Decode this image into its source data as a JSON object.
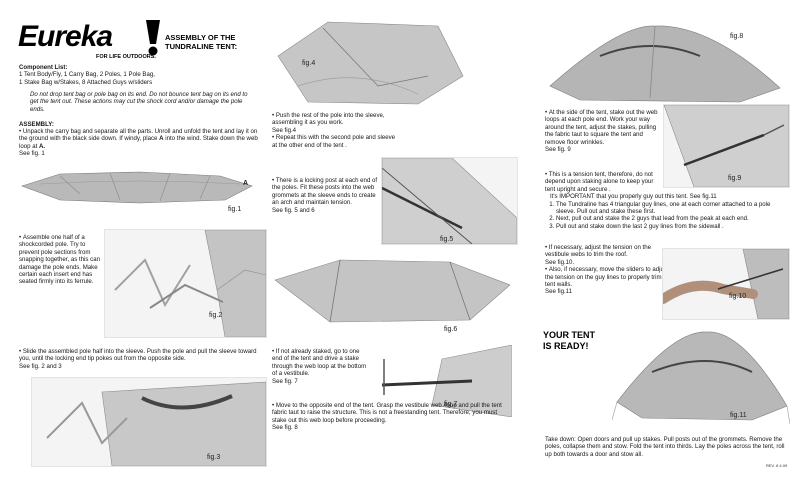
{
  "brand": {
    "name": "Eureka",
    "tagline": "FOR LIFE OUTDOORS."
  },
  "title": {
    "line1": "ASSEMBLY OF THE",
    "line2": "TUNDRALINE TENT:"
  },
  "components": {
    "heading": "Component List:",
    "line1": "1 Tent Body/Fly,  1 Carry Bag,  2 Poles,  1 Pole Bag,",
    "line2": "1 Stake Bag w/Stakes,  8 Attached Guys w/sliders"
  },
  "warning": "Do not drop tent bag or pole bag on its end. Do not bounce tent bag on its end to get the tent out. These actions may cut the shock cord and/or damage the pole ends.",
  "assembly": {
    "heading": "ASSEMBLY:",
    "step1_a": "Unpack the carry bag and separate all the parts. Unroll and unfold the tent and lay it on the ground with the black side down. If windy, place",
    "step1_b": "A",
    "step1_c": " into the wind. Stake down the web loop at ",
    "step1_d": "A.",
    "step1_see": "See fig. 1",
    "step2": "Assemble one half of a shockcorded pole. Try to prevent pole sections from snapping together, as this can damage the pole ends. Make certain each insert end has seated firmly into its ferrule.",
    "step3": "Slide the assembled pole half into the sleeve. Push the pole and pull the sleeve toward you, until the locking end tip pokes out from the opposite side.",
    "step3_see": "See fig. 2 and 3"
  },
  "middle": {
    "step4": "Push the rest of the pole into the sleeve, assembling it as you work.",
    "step4_see": "See  fig.4",
    "step4b": "Repeat this  with the second pole and sleeve at the other end of the tent .",
    "step5": "There is a  locking post at each end of the poles. Fit these posts into the web grommets at the sleeve ends to create an arch and maintain tension.",
    "step5_see": "See fig. 5 and 6",
    "step6": "If not already staked, go to one end of the tent and drive a stake through the web loop at the bottom of a vestibule.",
    "step6_see": "See fig. 7",
    "step7": "Move to the opposite end of the tent. Grasp the vestibule web /loop and pull the tent fabric taut to raise the structure. This is not a freestanding tent. Therefore, you must stake out this web loop before proceeding.",
    "step7_see": "See fig. 8"
  },
  "right": {
    "step8": "At the side of the tent, stake out the web loops at each pole end.  Work your way around the tent, adjust the stakes, pulling the fabric taut to square the tent and remove floor wrinkles.",
    "step8_see": "See fig. 9",
    "step9": "This is a tension tent, therefore, do not depend upon staking alone to keep your tent upright and secure .",
    "step9_important": "It's IMPORTANT that you properly guy out this tent.  See fig.11",
    "step9_list": [
      "The Tundraline has 4 triangular guy lines, one at each corner attached to a pole sleeve. Pull out and stake these first.",
      "Next, pull out and stake the 2 guys that lead from the peak at each end.",
      "Pull out and stake down the last 2 guy lines from the sidewall ."
    ],
    "step10": "If necessary, adjust the tension on the vestibule webs to trim the roof.",
    "step10_see": "See fig.10.",
    "step11": "Also, if necessary, move the sliders to adjust the tension on the guy lines to properly trim the tent walls.",
    "step11_see": "See fig.11",
    "ready_line1": "YOUR TENT",
    "ready_line2": "IS READY!",
    "takedown": "Take down: Open doors and pull up stakes.  Pull posts out of the grommets. Remove the poles, collapse them and stow. Fold the tent into thirds. Lay the poles across the tent, roll up both towards a door and stow all.",
    "rev": "REV. 8  4.09"
  },
  "figures": {
    "fig1": "fig.1",
    "fig1_marker": "A",
    "fig2": "fig.2",
    "fig3": "fig.3",
    "fig4": "fig.4",
    "fig5": "fig.5",
    "fig6": "fig.6",
    "fig7": "fig.7",
    "fig8": "fig.8",
    "fig9": "fig.9",
    "fig10": "fig.10",
    "fig11": "fig.11"
  }
}
